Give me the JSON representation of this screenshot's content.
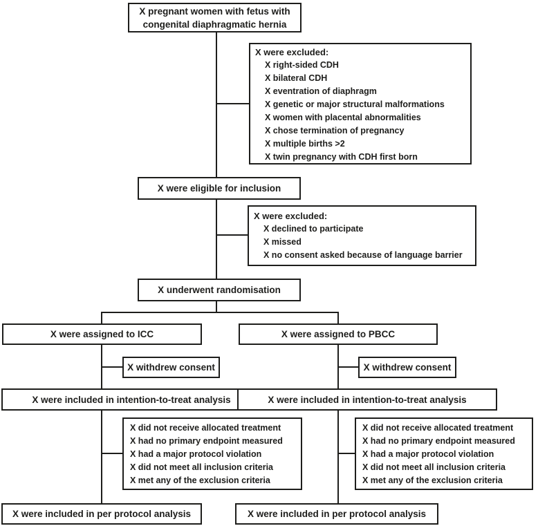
{
  "diagram": {
    "top": {
      "label": "X pregnant women with fetus with congenital diaphragmatic hernia"
    },
    "excluded_screening": {
      "header": "X were excluded:",
      "items": [
        "X right-sided CDH",
        "X bilateral CDH",
        "X eventration of diaphragm",
        "X genetic or major structural malformations",
        "X women with placental abnormalities",
        "X chose termination of pregnancy",
        "X multiple births >2",
        "X twin pregnancy with CDH first born"
      ]
    },
    "eligible": {
      "label": "X were eligible for inclusion"
    },
    "excluded_consent": {
      "header": "X were excluded:",
      "items": [
        "X declined to participate",
        "X missed",
        "X no consent asked because of language barrier"
      ]
    },
    "randomisation": {
      "label": "X underwent randomisation"
    },
    "arm_icc": {
      "label": "X were assigned to ICC"
    },
    "arm_pbcc": {
      "label": "X were assigned to PBCC"
    },
    "withdrew_icc": {
      "label": "X withdrew consent"
    },
    "withdrew_pbcc": {
      "label": "X withdrew consent"
    },
    "itt_icc": {
      "label": "X were included in intention-to-treat analysis"
    },
    "itt_pbcc": {
      "label": "X were included in intention-to-treat analysis"
    },
    "deviations_icc": {
      "items": [
        "X did not receive allocated treatment",
        "X had no primary endpoint measured",
        "X had a major protocol violation",
        "X did not meet all inclusion criteria",
        "X met any of the exclusion criteria"
      ]
    },
    "deviations_pbcc": {
      "items": [
        "X did not receive allocated treatment",
        "X had no primary endpoint measured",
        "X had a major protocol violation",
        "X did not meet all inclusion criteria",
        "X met any of the exclusion criteria"
      ]
    },
    "per_protocol_icc": {
      "label": "X were included in per protocol analysis"
    },
    "per_protocol_pbcc": {
      "label": "X were included in per protocol analysis"
    }
  },
  "colors": {
    "line": "#1d1d1b",
    "background": "#ffffff",
    "text": "#1d1d1b"
  }
}
